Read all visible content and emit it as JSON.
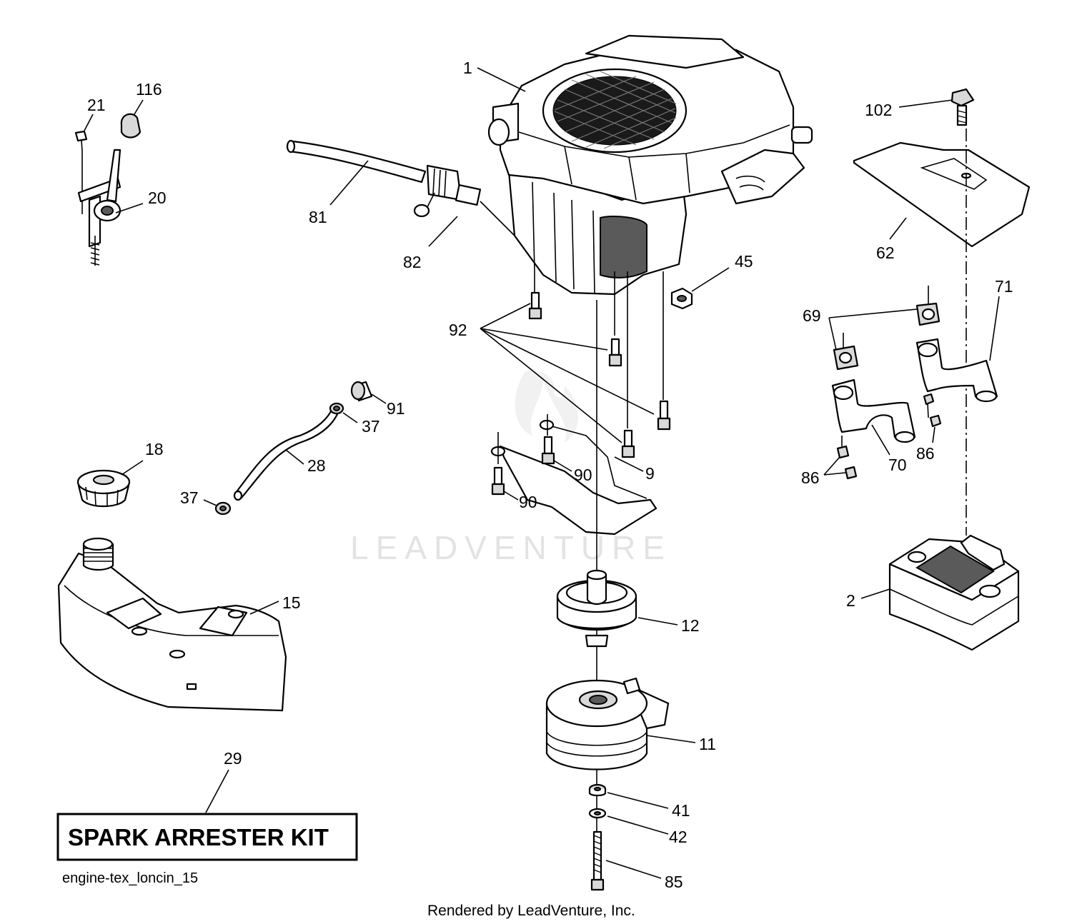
{
  "watermark": "LEADVENTURE",
  "kit_label": "SPARK ARRESTER KIT",
  "diagram_id": "engine-tex_loncin_15",
  "footer": "Rendered by LeadVenture, Inc.",
  "callouts": {
    "c1": "1",
    "c2": "2",
    "c9": "9",
    "c11": "11",
    "c12": "12",
    "c15": "15",
    "c18": "18",
    "c20": "20",
    "c21": "21",
    "c28": "28",
    "c29": "29",
    "c37a": "37",
    "c37b": "37",
    "c41": "41",
    "c42": "42",
    "c45": "45",
    "c62": "62",
    "c69": "69",
    "c70": "70",
    "c71": "71",
    "c81": "81",
    "c82": "82",
    "c85": "85",
    "c86a": "86",
    "c86b": "86",
    "c90a": "90",
    "c90b": "90",
    "c91": "91",
    "c92": "92",
    "c102": "102",
    "c116": "116"
  }
}
